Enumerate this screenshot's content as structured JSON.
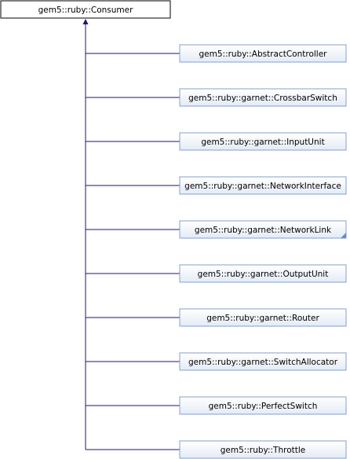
{
  "base_class": {
    "label": "gem5::ruby::Consumer"
  },
  "derived_classes": [
    {
      "label": "gem5::ruby::AbstractController",
      "truncated": false
    },
    {
      "label": "gem5::ruby::garnet::CrossbarSwitch",
      "truncated": false
    },
    {
      "label": "gem5::ruby::garnet::InputUnit",
      "truncated": false
    },
    {
      "label": "gem5::ruby::garnet::NetworkInterface",
      "truncated": false
    },
    {
      "label": "gem5::ruby::garnet::NetworkLink",
      "truncated": true
    },
    {
      "label": "gem5::ruby::garnet::OutputUnit",
      "truncated": false
    },
    {
      "label": "gem5::ruby::garnet::Router",
      "truncated": false
    },
    {
      "label": "gem5::ruby::garnet::SwitchAllocator",
      "truncated": false
    },
    {
      "label": "gem5::ruby::PerfectSwitch",
      "truncated": false
    },
    {
      "label": "gem5::ruby::Throttle",
      "truncated": false
    }
  ],
  "colors": {
    "edge": "#191970",
    "child_border": "#84a0c8",
    "child_fill_top": "#ffffff",
    "child_fill_bottom": "#e4ebf6",
    "truncation_marker": "#6a8ad0"
  }
}
